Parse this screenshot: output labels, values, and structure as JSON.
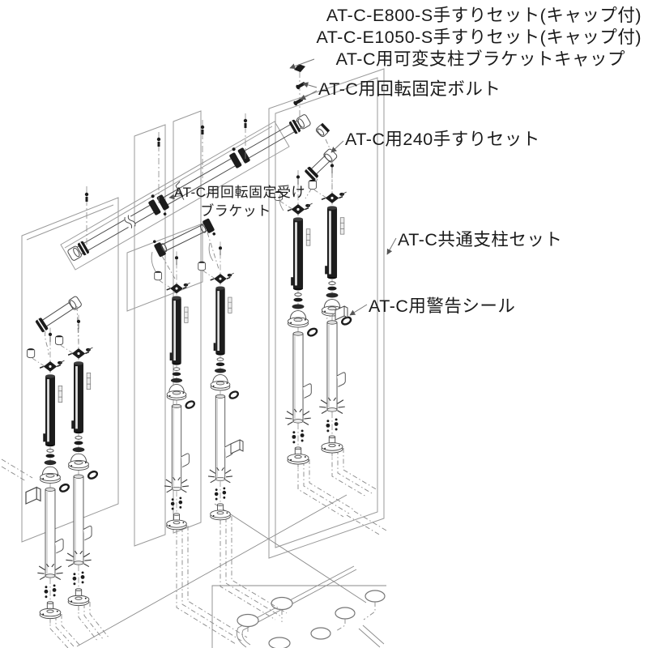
{
  "diagram_type": "exploded-parts-diagram",
  "labels": {
    "handrail_e800": "AT-C-E800-S手すりセット(キャップ付)",
    "handrail_e1050": "AT-C-E1050-S手すりセット(キャップ付)",
    "variable_post_bracket_cap": "AT-C用可変支柱ブラケットキャップ",
    "rotation_lock_bolt": "AT-C用回転固定ボルト",
    "handrail_240": "AT-C用240手すりセット",
    "rotation_lock_receiver_line1": "AT-C用回転固定受け",
    "rotation_lock_receiver_line2": "ブラケット",
    "common_post_set": "AT-C共通支柱セット",
    "warning_sticker": "AT-C用警告シール"
  },
  "colors": {
    "background": "#ffffff",
    "line": "#4a4a4a",
    "dark_part": "#1c1c1c",
    "panel_line": "#9a9a9a",
    "label_text": "#1a1a1a"
  }
}
